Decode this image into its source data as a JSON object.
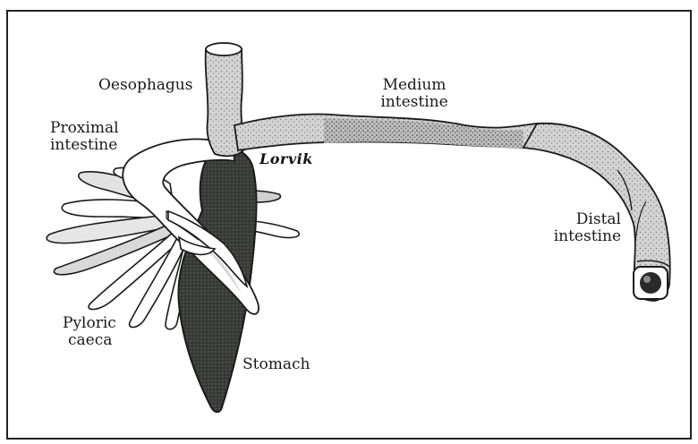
{
  "labels": {
    "oesophagus": "Oesophagus",
    "medium_intestine_1": "Medium",
    "medium_intestine_2": "intestine",
    "proximal_intestine_1": "Proximal",
    "proximal_intestine_2": "intestine",
    "distal_intestine_1": "Distal",
    "distal_intestine_2": "intestine",
    "pyloric_caeca_1": "Pyloric",
    "pyloric_caeca_2": "caeca",
    "stomach": "Stomach"
  },
  "signature": "Lorvik",
  "colors": {
    "outline": "#1a1a1a",
    "stomach_fill": "#3b3d3b",
    "intestine_fill": "#cfcfcf",
    "medium_fill": "#b9b9b9",
    "caeca_fill": "#ffffff",
    "caeca_shade": "#d6d6d6",
    "frame": "#222222"
  }
}
